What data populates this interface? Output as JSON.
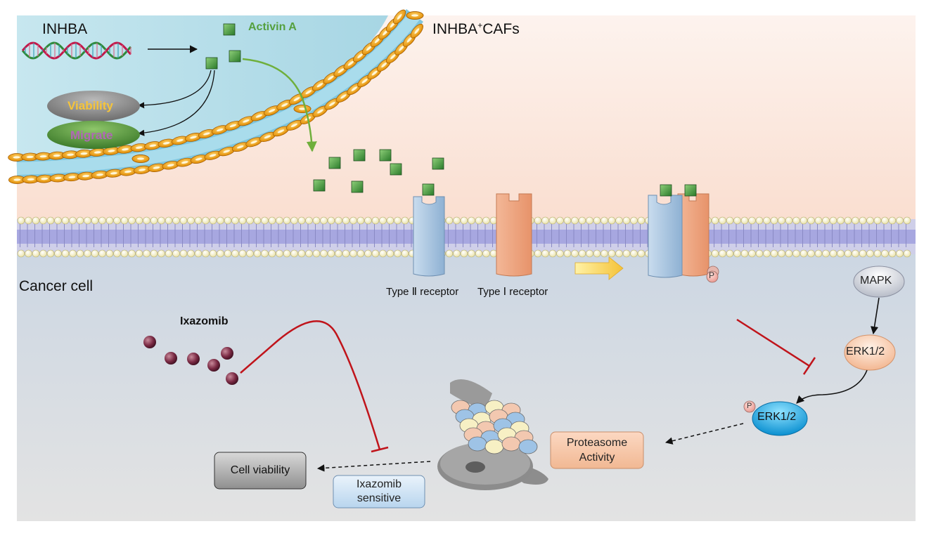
{
  "labels": {
    "gene": "INHBA",
    "ligand": "Activin A",
    "caf": "INHBA",
    "caf_sup": "+",
    "caf_suffix": "CAFs",
    "viability_oval": "Viability",
    "migrate_oval": "Migrate",
    "cancer_cell": "Cancer cell",
    "type2": "Type Ⅱ receptor",
    "type1": "Type Ⅰ receptor",
    "phospho": "P",
    "drug": "Ixazomib",
    "mapk": "MAPK",
    "erk": "ERK1/2",
    "perk": "ERK1/2",
    "phospho2": "P",
    "proteasome_l1": "Proteasome",
    "proteasome_l2": "Activity",
    "cell_viability": "Cell viability",
    "sensitive_l1": "Ixazomib",
    "sensitive_l2": "sensitive"
  },
  "colors": {
    "caf_cytoplasm": "#bfe3ee",
    "extracellular": "#fbe7dc",
    "cancer_cytoplasm": "#dde3ea",
    "activin": "#3f8f3a",
    "type2_receptor": "#a9c6e0",
    "type1_receptor": "#eea37b",
    "inhibit": "#c0141b",
    "activation_arrow": "#6faf3c",
    "ixazomib": "#6d1f35",
    "erk_active": "#2aa6e0"
  }
}
